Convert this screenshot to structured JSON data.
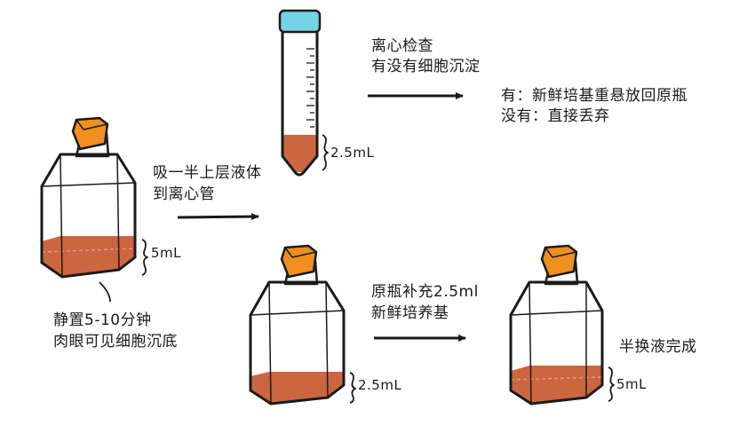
{
  "colors": {
    "cap": "#f08f1e",
    "tube_cap": "#74d3e3",
    "medium": "#cc6640",
    "medium_light": "#e59c78",
    "outline": "#1a1a1a"
  },
  "step1": {
    "volume": "5mL",
    "note_line1": "静置5-10分钟",
    "note_line2": "肉眼可见细胞沉底"
  },
  "step2": {
    "line1": "吸一半上层液体",
    "line2": "到离心管"
  },
  "tube": {
    "volume": "2.5mL"
  },
  "step3": {
    "line1": "离心检查",
    "line2": "有没有细胞沉淀"
  },
  "result": {
    "line1": "有：新鲜培基重悬放回原瓶",
    "line2": "没有：直接丢弃"
  },
  "flask2": {
    "volume": "2.5mL"
  },
  "step4": {
    "line1": "原瓶补充2.5ml",
    "line2": "新鲜培养基"
  },
  "flask3": {
    "volume": "5mL",
    "label": "半换液完成"
  }
}
